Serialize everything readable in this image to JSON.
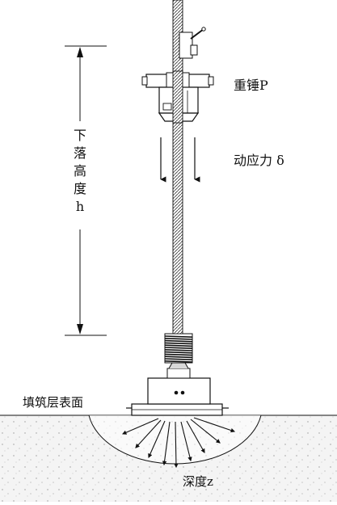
{
  "labels": {
    "hammer": "重锤P",
    "dynamic_stress": "动应力 δ",
    "drop_height_chars": [
      "下",
      "落",
      "高",
      "度",
      "h"
    ],
    "fill_surface": "填筑层表面",
    "depth": "深度z"
  },
  "colors": {
    "line": "#111111",
    "soil_fill": "#f2f2f2",
    "soil_dot": "#9a9a9a",
    "background": "#ffffff"
  }
}
